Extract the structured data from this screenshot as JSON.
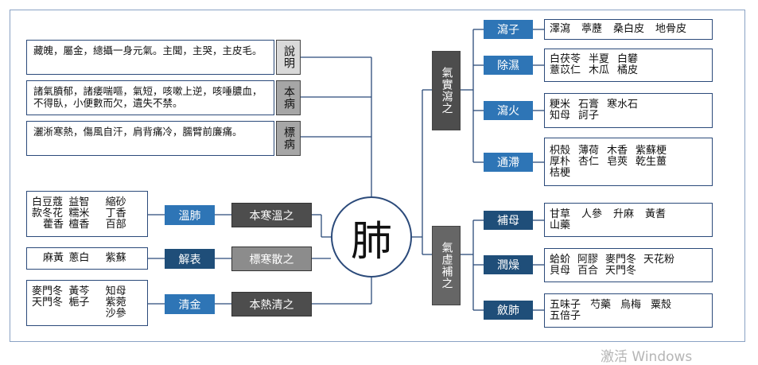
{
  "center": "肺",
  "left_info": [
    {
      "text": "藏魄，屬金，總攝一身元氣。主聞，主哭，主皮毛。",
      "tag": "說明"
    },
    {
      "text": "諸氣膹郁，諸痿喘嘔，氣短，咳嗽上逆，咳唾膿血，不得臥，小便數而欠，遺失不禁。",
      "tag": "本病"
    },
    {
      "text": "灑淅寒熱，傷風自汗，肩背痛冷，臑臂前廉痛。",
      "tag": "標病"
    }
  ],
  "left_treat": [
    {
      "rows": [
        [
          "白豆蔻",
          "益智",
          "縮砂"
        ],
        [
          "款冬花",
          "糯米",
          "丁香"
        ],
        [
          "藿香",
          "檀香",
          "百部"
        ]
      ],
      "method": "溫肺",
      "category": "本寒溫之"
    },
    {
      "rows": [
        [
          "麻黃",
          "蔥白",
          "紫蘇"
        ]
      ],
      "method": "解表",
      "category": "標寒散之"
    },
    {
      "rows": [
        [
          "麥門冬",
          "黃芩",
          "知母"
        ],
        [
          "天門冬",
          "梔子",
          "紫菀"
        ],
        [
          "",
          "",
          "沙參"
        ]
      ],
      "method": "清金",
      "category": "本熱清之"
    }
  ],
  "right_groups": [
    {
      "label": "氣實瀉之",
      "items": [
        {
          "method": "瀉子",
          "rows": [
            [
              "澤瀉",
              "葶藶",
              "桑白皮",
              "地骨皮"
            ]
          ]
        },
        {
          "method": "除濕",
          "rows": [
            [
              "白茯苓",
              "半夏",
              "白礬"
            ],
            [
              "薏苡仁",
              "木瓜",
              "橘皮"
            ]
          ]
        },
        {
          "method": "瀉火",
          "rows": [
            [
              "粳米",
              "石膏",
              "寒水石"
            ],
            [
              "知母",
              "訶子"
            ]
          ]
        },
        {
          "method": "通滯",
          "rows": [
            [
              "枳殼",
              "薄荷",
              "木香",
              "紫蘇梗"
            ],
            [
              "厚朴",
              "杏仁",
              "皂莢",
              "乾生薑"
            ],
            [
              "桔梗"
            ]
          ]
        }
      ]
    },
    {
      "label": "氣虛補之",
      "items": [
        {
          "method": "補母",
          "rows": [
            [
              "甘草",
              "人參",
              "升麻",
              "黃耆"
            ],
            [
              "山藥"
            ]
          ]
        },
        {
          "method": "潤燥",
          "rows": [
            [
              "蛤蚧",
              "阿膠",
              "麥門冬",
              "天花粉"
            ],
            [
              "貝母",
              "百合",
              "天門冬"
            ]
          ]
        },
        {
          "method": "斂肺",
          "rows": [
            [
              "五味子",
              "芍藥",
              "烏梅",
              "粟殼"
            ],
            [
              "五倍子"
            ]
          ]
        }
      ]
    }
  ],
  "watermark": "激活 Windows"
}
